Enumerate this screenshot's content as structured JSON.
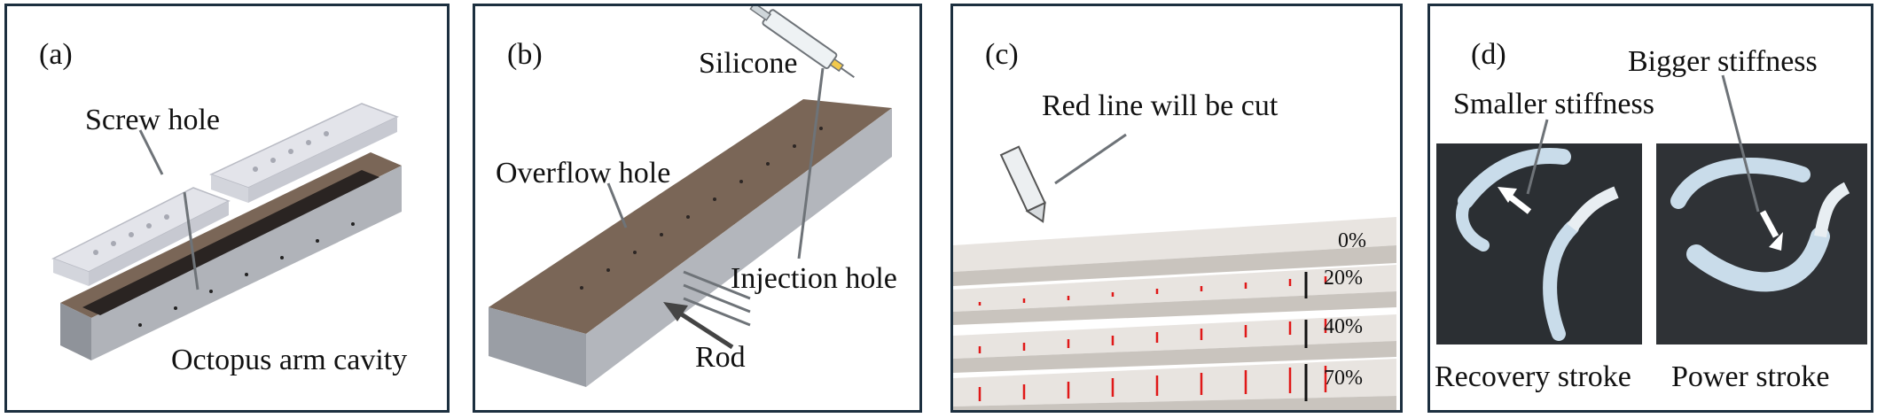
{
  "panels": {
    "a": {
      "label": "(a)",
      "annotations": {
        "screw_hole": "Screw hole",
        "cavity": "Octopus arm cavity"
      }
    },
    "b": {
      "label": "(b)",
      "annotations": {
        "silicone": "Silicone",
        "overflow": "Overflow hole",
        "injection": "Injection hole",
        "rod": "Rod"
      }
    },
    "c": {
      "label": "(c)",
      "annotations": {
        "cut": "Red line will be cut"
      },
      "strips": [
        "0%",
        "20%",
        "40%",
        "70%"
      ]
    },
    "d": {
      "label": "(d)",
      "annotations": {
        "bigger": "Bigger stiffness",
        "smaller": "Smaller stiffness"
      },
      "captions": {
        "recovery": "Recovery stroke",
        "power": "Power stroke"
      }
    }
  },
  "colors": {
    "border": "#1c2f3f",
    "mold": "#7a6657",
    "mold_side": "#a9adb3",
    "cover": "#dcdde4",
    "cut_line": "#e01818",
    "photo_bg": "#2b2f33",
    "arm": "#c9dcea"
  }
}
